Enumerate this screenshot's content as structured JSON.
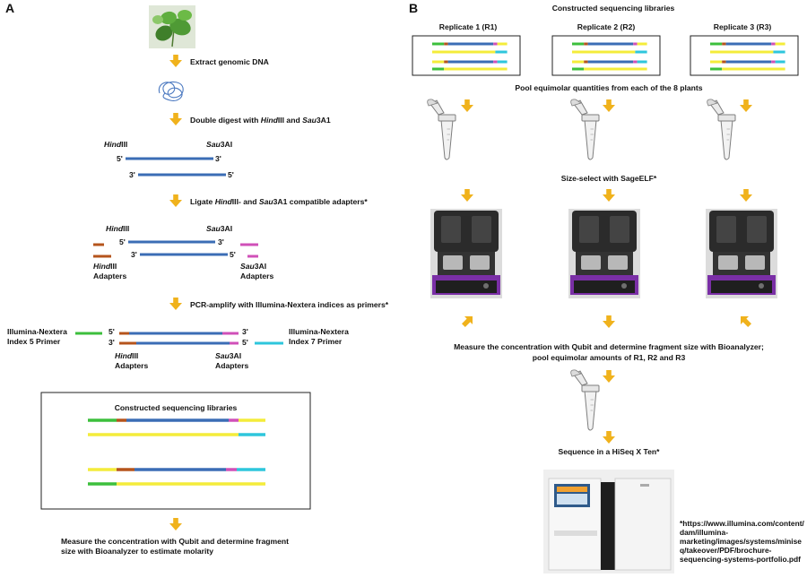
{
  "panel_a": {
    "label": "A",
    "steps": [
      "Extract genomic DNA",
      "Ligate ",
      "PCR-amplify with Illumina-Nextera indices as primers*"
    ],
    "digest": {
      "pre": "Double digest with ",
      "e1": "Hind",
      "m1": "III and ",
      "e2": "Sau",
      "m2": "3A1"
    },
    "ligate": {
      "pre": "Ligate ",
      "e1": "Hind",
      "m1": "III- and ",
      "e2": "Sau",
      "m2": "3A1 compatible adapters*"
    },
    "enzymes": {
      "hind_it": "Hind",
      "hind_rest": "III",
      "sau_it": "Sau",
      "sau_rest": "3AI"
    },
    "ends": {
      "five": "5'",
      "three": "3'"
    },
    "adapters_word": "Adapters",
    "primer5": {
      "line1": "Illumina-Nextera",
      "line2": "Index 5 Primer"
    },
    "primer7": {
      "line1": "Illumina-Nextera",
      "line2": "Index 7 Primer"
    },
    "box_title": "Constructed sequencing libraries",
    "final": {
      "line1": "Measure the concentration with Qubit and determine fragment",
      "line2": "size with Bioanalyzer to estimate molarity"
    }
  },
  "panel_b": {
    "label": "B",
    "title": "Constructed sequencing libraries",
    "replicates": [
      "Replicate 1 (R1)",
      "Replicate 2 (R2)",
      "Replicate 3 (R3)"
    ],
    "pool": "Pool equimolar quantities from each of the 8 plants",
    "size_select": "Size-select with SageELF*",
    "measure": {
      "line1": "Measure the concentration with Qubit and determine fragment size with Bioanalyzer;",
      "line2": "pool equimolar amounts of R1, R2 and R3"
    },
    "sequence": "Sequence in a HiSeq X Ten*",
    "footnote": [
      "*https://www.illumina.com/content/",
      "dam/illumina-",
      "marketing/images/systems/minise",
      "q/takeover/PDF/brochure-",
      "sequencing-systems-portfolio.pdf"
    ]
  },
  "colors": {
    "dna": "#3b6db5",
    "hind": "#b5541c",
    "sau": "#d050b8",
    "idx5": "#3cbf3c",
    "idx7": "#2ec6dc",
    "yellow": "#f4ec3a",
    "arrow": "#f0b21c"
  }
}
